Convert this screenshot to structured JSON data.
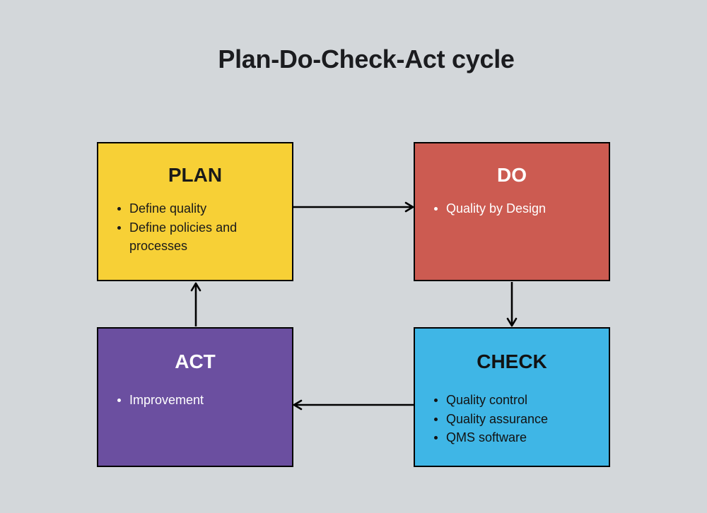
{
  "title": "Plan-Do-Check-Act cycle",
  "colors": {
    "background": "#d3d7da",
    "plan_fill": "#f7d036",
    "do_fill": "#cc5b51",
    "check_fill": "#3fb6e6",
    "act_fill": "#6b4fa0",
    "node_border": "#000000",
    "arrow": "#000000",
    "title_text": "#1b1c1f",
    "dark_text": "#1a1a1a",
    "light_text": "#ffffff"
  },
  "nodes": [
    {
      "id": "plan",
      "label": "PLAN",
      "items": [
        "Define quality",
        "Define policies and processes"
      ]
    },
    {
      "id": "do",
      "label": "DO",
      "items": [
        "Quality by Design"
      ]
    },
    {
      "id": "check",
      "label": "CHECK",
      "items": [
        "Quality control",
        "Quality assurance",
        "QMS software"
      ]
    },
    {
      "id": "act",
      "label": "ACT",
      "items": [
        "Improvement"
      ]
    }
  ],
  "edges": [
    {
      "from": "PLAN",
      "to": "DO"
    },
    {
      "from": "DO",
      "to": "CHECK"
    },
    {
      "from": "CHECK",
      "to": "ACT"
    },
    {
      "from": "ACT",
      "to": "PLAN"
    }
  ]
}
